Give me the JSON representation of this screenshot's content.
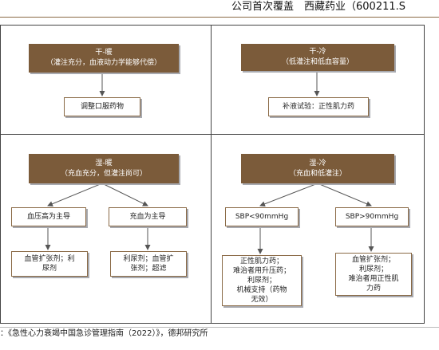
{
  "header": {
    "title": "公司首次覆盖　西藏药业（600211.S"
  },
  "panels": {
    "dry_warm": {
      "title": "干-暖",
      "subtitle": "（灌注充分，血液动力学能够代偿）",
      "action": "调整口服药物"
    },
    "dry_cold": {
      "title": "干-冷",
      "subtitle": "（低灌注和低血容量）",
      "action": "补液试验：正性肌力药"
    },
    "wet_warm": {
      "title": "湿-暖",
      "subtitle": "（充血充分，但灌注尚可）",
      "left_branch": "血压高为主导",
      "right_branch": "充血为主导",
      "left_result": [
        "血管扩张剂；利",
        "尿剂"
      ],
      "right_result": [
        "利尿剂；血管扩",
        "张剂；超滤"
      ]
    },
    "wet_cold": {
      "title": "湿-冷",
      "subtitle": "（充血和低灌注）",
      "left_branch": "SBP<90mmHg",
      "right_branch": "SBP>90mmHg",
      "left_result": [
        "正性肌力药；",
        "难治者用升压药；",
        "利尿剂；",
        "机械支持（药物",
        "无效）"
      ],
      "right_result": [
        "血管扩张剂；",
        "利尿剂；",
        "难治者用正性肌",
        "力药"
      ]
    }
  },
  "source": "：《急性心力衰竭中国急诊管理指南（2022）》，德邦研究所",
  "colors": {
    "primary_box": "#7b5b3a",
    "border": "#8a6a46",
    "shadow": "#a8aab0"
  }
}
